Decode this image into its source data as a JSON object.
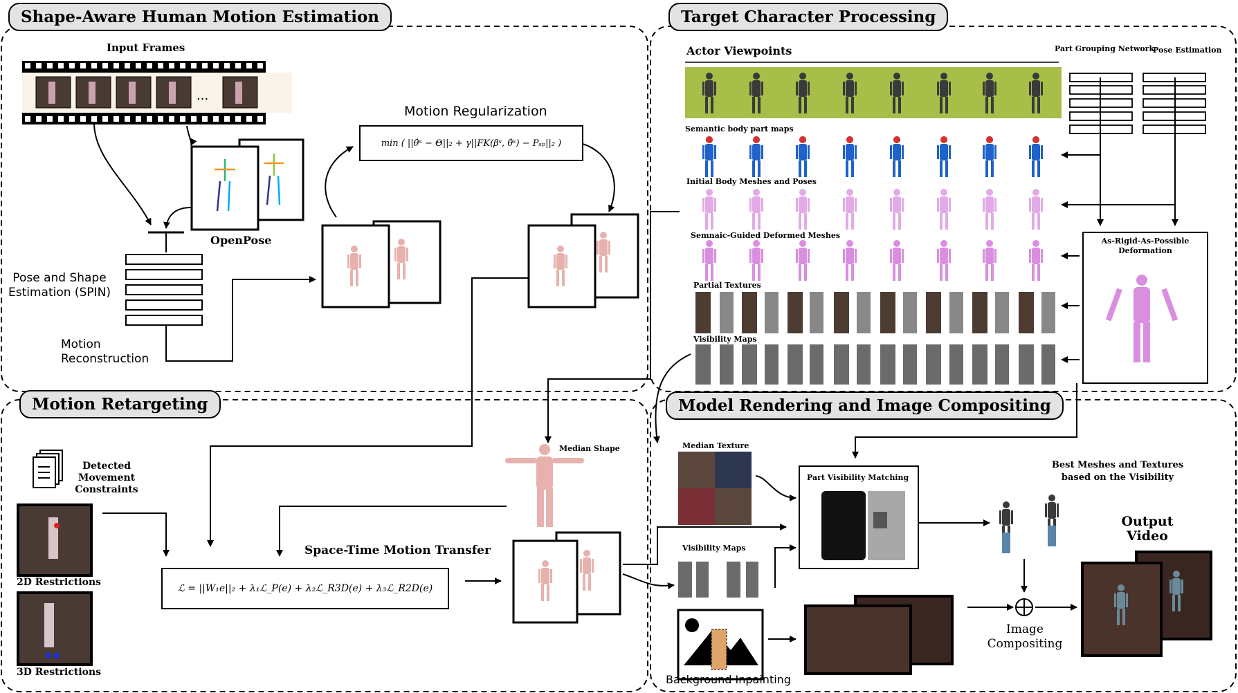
{
  "sections": {
    "shape_aware": "Shape-Aware Human Motion Estimation",
    "target_character": "Target Character Processing",
    "motion_retargeting": "Motion Retargeting",
    "model_rendering": "Model Rendering and Image Compositing"
  },
  "labels": {
    "input_frames": "Input Frames",
    "ellipsis": "...",
    "openpose": "OpenPose",
    "pose_shape_estimation": "Pose and Shape\nEstimation (SPIN)",
    "motion_reconstruction": "Motion\nReconstruction",
    "motion_regularization": "Motion  Regularization",
    "actor_viewpoints": "Actor Viewpoints",
    "part_grouping_network": "Part Grouping Network",
    "pose_estimation": "Pose Estimation",
    "semantic_body_part_maps": "Semantic body part maps",
    "initial_body_meshes": "Initial Body Meshes and Poses",
    "semantic_guided_deformed": "Semnaic-Guided Deformed Meshes",
    "partial_textures": "Partial Textures",
    "visibility_maps": "Visibility Maps",
    "arap_deformation": "As-Rigid-As-Possible\nDeformation",
    "detected_movement_constraints": "Detected\nMovement\nConstraints",
    "restrictions_2d": "2D Restrictions",
    "restrictions_3d": "3D Restrictions",
    "median_shape": "Median Shape",
    "space_time_motion_transfer": "Space-Time Motion Transfer",
    "median_texture": "Median Texture",
    "part_visibility_matching": "Part Visibility Matching",
    "visibility_maps_render": "Visibility Maps",
    "background_inpainting": "Background Inpainting",
    "best_meshes_textures": "Best Meshes and Textures\nbased on the Visibility",
    "output_video": "Output\nVideo",
    "image_compositing": "Image\nCompositing"
  },
  "equations": {
    "motion_regularization": "min ( ||θ̂ˢ − Θ||₂ + γ||FK(βˢ, θ̂ˢ) − Pₛₚ||₂ )",
    "space_time_loss": "ℒ = ||W₁e||₂ + λ₁ℒ_P(e) + λ₂ℒ_R3D(e) + λ₃ℒ_R2D(e)"
  },
  "colors": {
    "section_fill": "#e3e3e3",
    "mesh_pink": "#e7b2ae",
    "deformed_mesh": "#d98ee0",
    "viewpoint_green": "#a7be49",
    "visibility_gray": "#6b6b6b"
  }
}
